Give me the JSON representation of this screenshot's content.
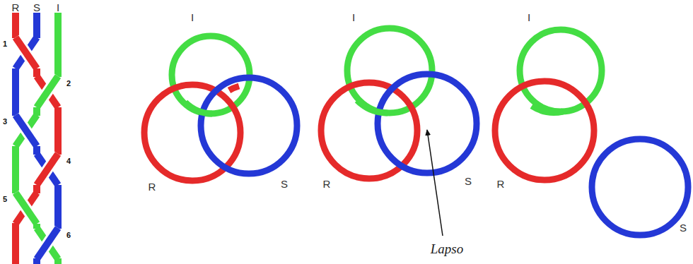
{
  "diagram": {
    "labels": [
      "R",
      "S",
      "I",
      "1",
      "2",
      "3",
      "4",
      "5",
      "6",
      "I",
      "R",
      "S",
      "I",
      "R",
      "S",
      "Lapso",
      "I",
      "R",
      "S"
    ]
  }
}
